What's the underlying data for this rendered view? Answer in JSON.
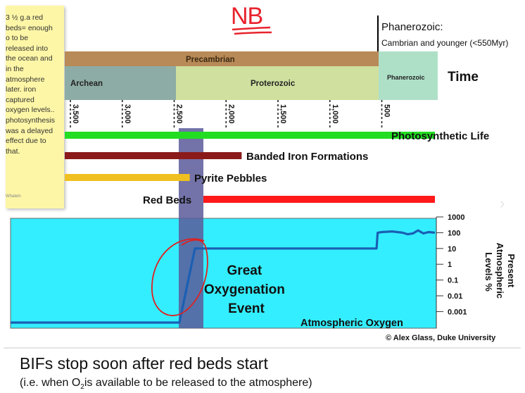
{
  "note": {
    "text": "3 ½ g.a red beds= enough o to be released into the ocean and in the atmosphere later. iron captured oxygen levels.. photosynthesis was a delayed effect due to that.",
    "author": "Whalein"
  },
  "annotation_nb": "NB",
  "phanerozoic_note": {
    "title": "Phanerozoic:",
    "subtitle": "Cambrian and younger (<550Myr)"
  },
  "timescale": {
    "eon_super": "Precambrian",
    "eons": [
      "Archean",
      "Proterozoic",
      "Phanerozoic"
    ],
    "time_label": "Time",
    "ticks": [
      "3,500",
      "3,000",
      "2,500",
      "2,000",
      "1,500",
      "1,000",
      "500"
    ]
  },
  "bars": [
    {
      "label": "Photosynthetic Life",
      "start": 3500,
      "end": 0,
      "color": "#22dd22"
    },
    {
      "label": "Banded Iron Formations",
      "start": 3500,
      "end": 1850,
      "color": "#8b1a1a"
    },
    {
      "label": "Pyrite Pebbles",
      "start": 3500,
      "end": 2350,
      "color": "#f0c020"
    },
    {
      "label": "Red Beds",
      "start": 2300,
      "end": 0,
      "color": "#ff1a1a"
    }
  ],
  "chart_data": {
    "type": "line",
    "title": "Atmospheric Oxygen",
    "ylabel": "Present Atmospheric Levels %",
    "y_scale": "log",
    "y_ticks": [
      "1000",
      "100",
      "10",
      "1",
      "0.1",
      "0.01",
      "0.001"
    ],
    "x_unit": "Myr ago",
    "series": [
      {
        "name": "Atmospheric Oxygen",
        "x": [
          4000,
          2450,
          2300,
          550,
          540,
          500,
          400,
          300,
          250,
          200,
          150,
          100,
          50,
          0
        ],
        "y": [
          0.0001,
          0.0001,
          10,
          10,
          100,
          110,
          120,
          100,
          80,
          90,
          140,
          90,
          110,
          100
        ]
      }
    ],
    "annotation": "Great Oxygenation Event",
    "highlight_range": [
      2500,
      2250
    ]
  },
  "colors": {
    "precambrian": "#b88a57",
    "archean": "#8eaca6",
    "proterozoic": "#cfe09f",
    "phanerozoic": "#aee0c8",
    "plot_bg": "#33eeff",
    "highlight": "#5a5a9a",
    "line": "#1a5fb4",
    "circle": "#e02020"
  },
  "credit": "© Alex Glass, Duke University",
  "caption": {
    "main": "BIFs stop soon after red beds start",
    "sub_before": "(i.e. when O",
    "sub_sub": "2",
    "sub_after": "is available to be released to the atmosphere)"
  }
}
